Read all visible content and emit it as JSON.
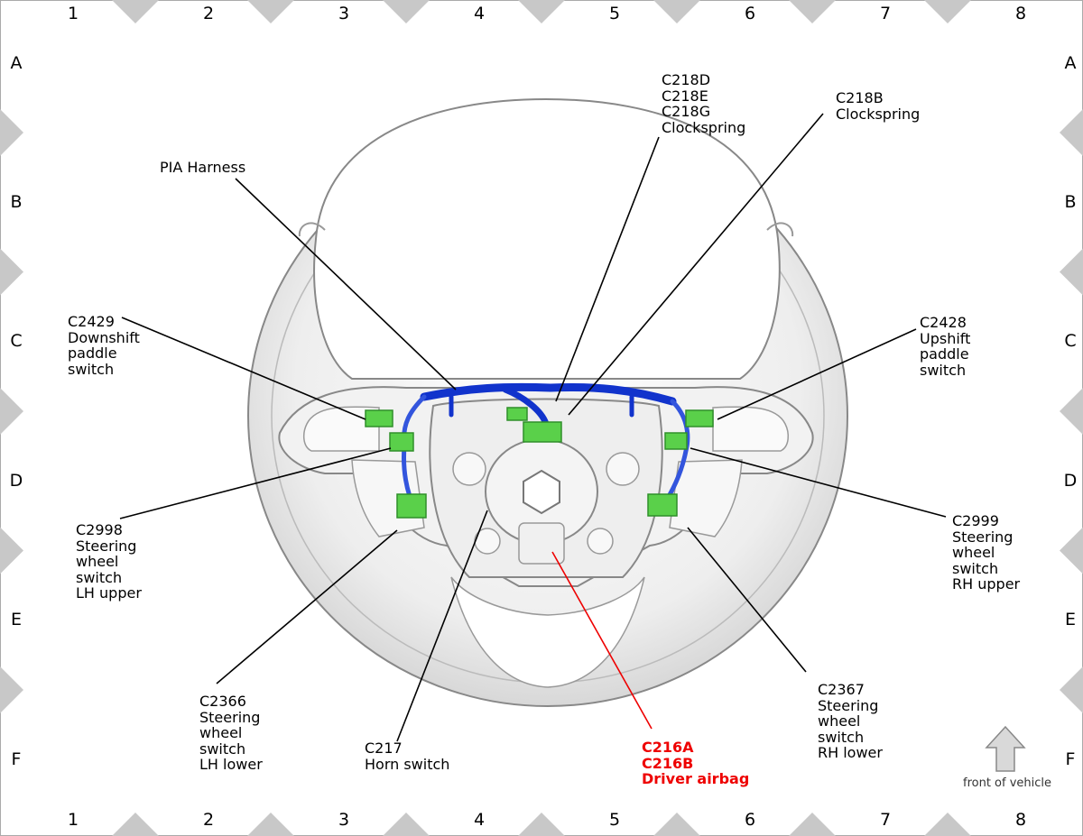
{
  "grid": {
    "columns": [
      "1",
      "2",
      "3",
      "4",
      "5",
      "6",
      "7",
      "8"
    ],
    "rows": [
      "A",
      "B",
      "C",
      "D",
      "E",
      "F"
    ]
  },
  "labels": {
    "pia_harness": [
      "PIA Harness"
    ],
    "c218d": [
      "C218D",
      "C218E",
      "C218G",
      "Clockspring"
    ],
    "c218b": [
      "C218B",
      "Clockspring"
    ],
    "c2429": [
      "C2429",
      "Downshift",
      "paddle",
      "switch"
    ],
    "c2428": [
      "C2428",
      "Upshift",
      "paddle",
      "switch"
    ],
    "c2998": [
      "C2998",
      "Steering",
      "wheel",
      "switch",
      "LH upper"
    ],
    "c2999": [
      "C2999",
      "Steering",
      "wheel",
      "switch",
      "RH upper"
    ],
    "c2366": [
      "C2366",
      "Steering",
      "wheel",
      "switch",
      "LH lower"
    ],
    "c217": [
      "C217",
      "Horn switch"
    ],
    "c216": [
      "C216A",
      "C216B",
      "Driver airbag"
    ],
    "c2367": [
      "C2367",
      "Steering",
      "wheel",
      "switch",
      "RH lower"
    ]
  },
  "front_of_vehicle": "front of vehicle",
  "colors": {
    "leader": "#000000",
    "highlight": "#ee0000",
    "connector": "#5ad04a",
    "harness": "#1133cc",
    "wheel": "#e9e9e9",
    "wheel_edge": "#8a8a8a",
    "border_triangle": "#c8c8c8"
  }
}
